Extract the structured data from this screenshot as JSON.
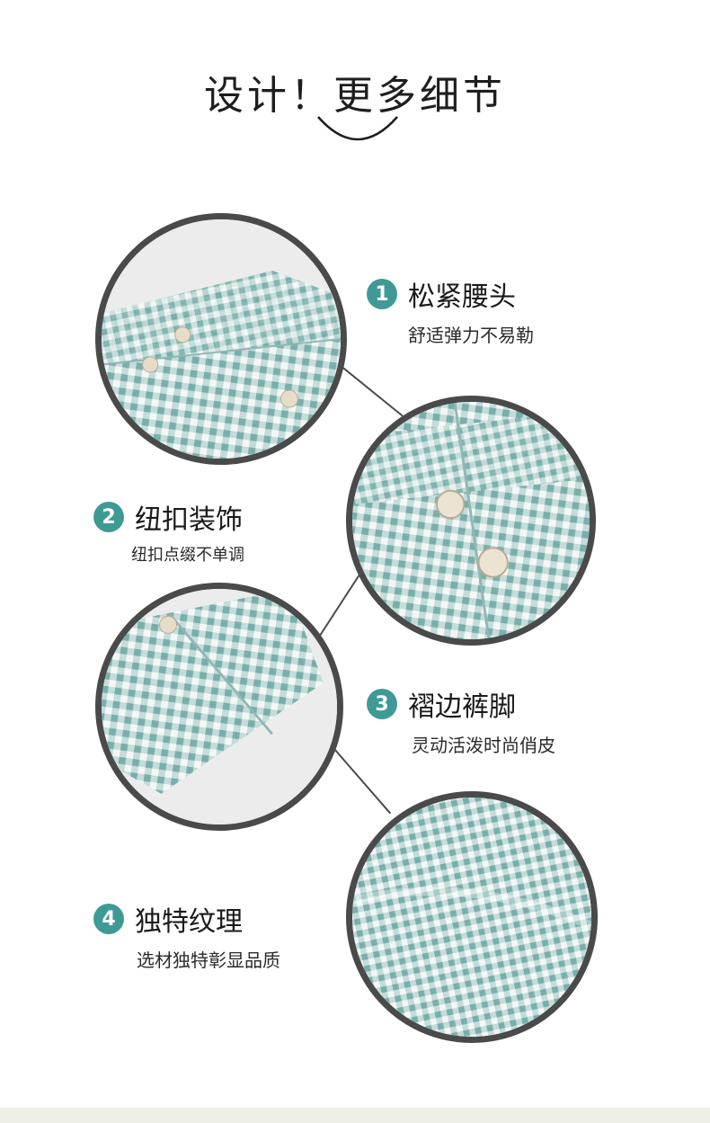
{
  "header": {
    "title": "设计！更多细节"
  },
  "features": [
    {
      "number": "1",
      "title": "松紧腰头",
      "subtitle": "舒适弹力不易勒"
    },
    {
      "number": "2",
      "title": "纽扣装饰",
      "subtitle": "纽扣点缀不单调"
    },
    {
      "number": "3",
      "title": "褶边裤脚",
      "subtitle": "灵动活泼时尚俏皮"
    },
    {
      "number": "4",
      "title": "独特纹理",
      "subtitle": "选材独特彰显品质"
    }
  ],
  "colors": {
    "accent": "#3f9a96",
    "gingham": "#7fb2ae",
    "ring": "#4a4a4a"
  }
}
